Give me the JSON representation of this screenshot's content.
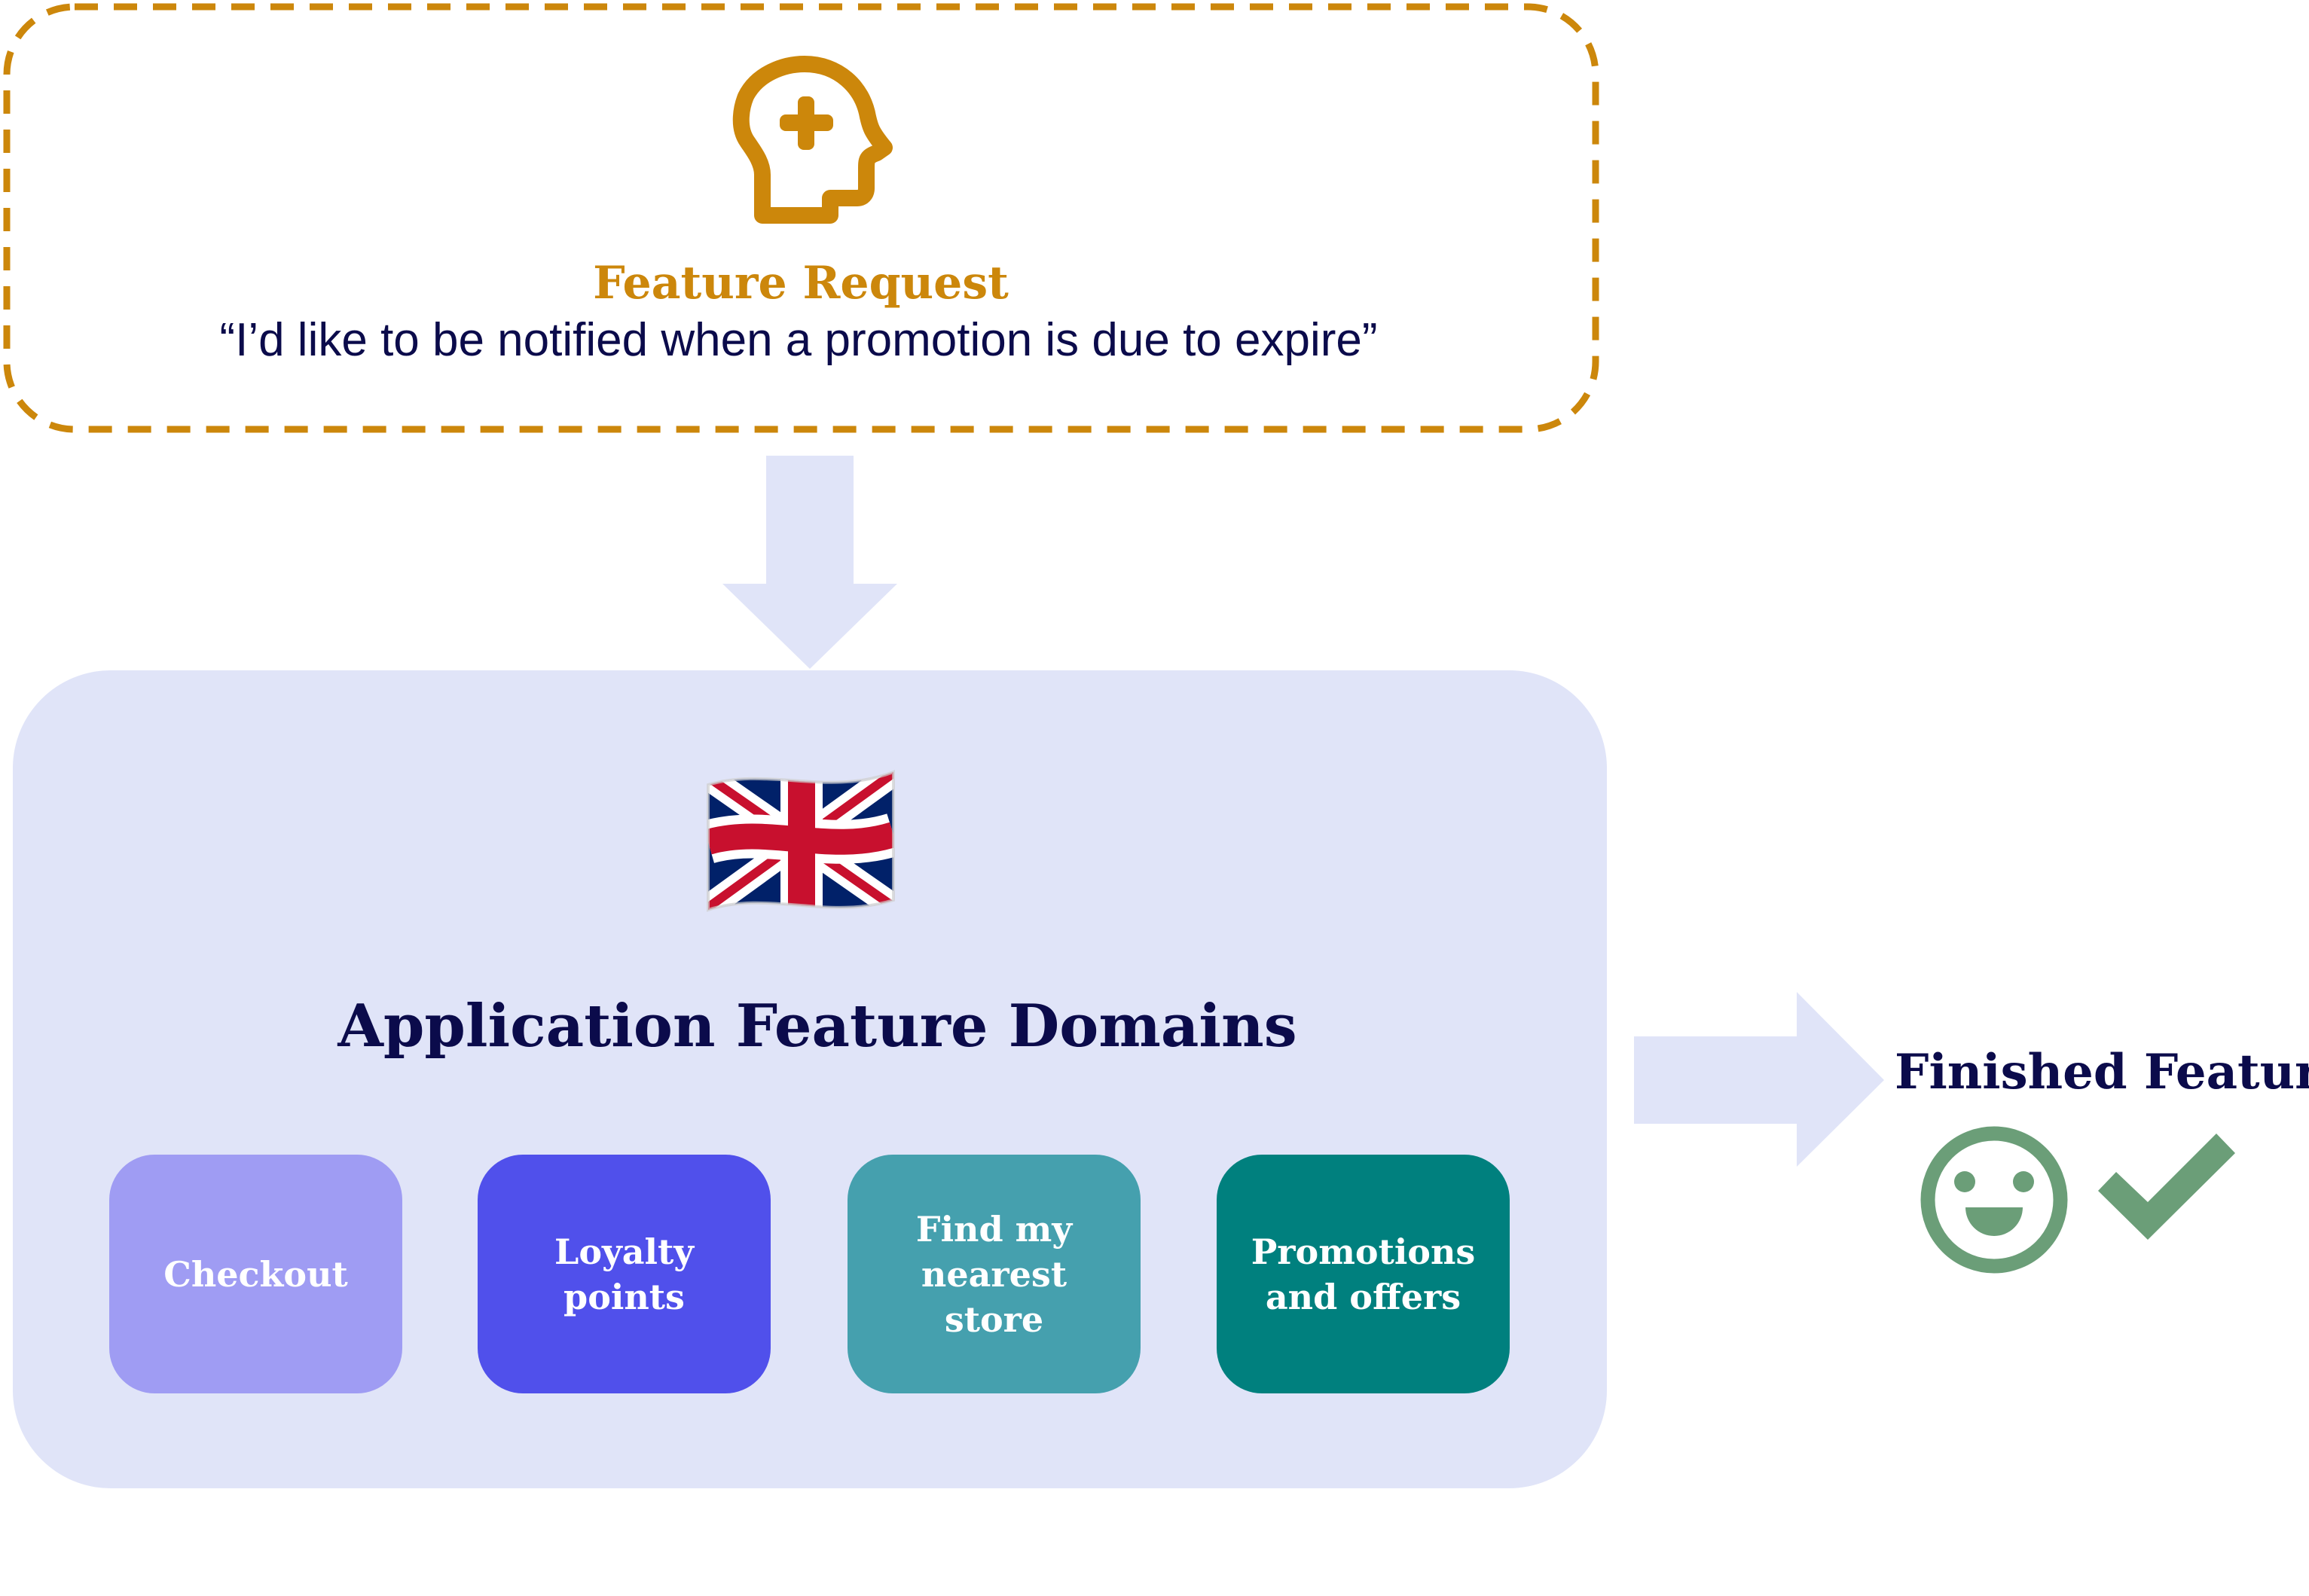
{
  "colors": {
    "accent_gold": "#CC870B",
    "navy_text": "#0B0B4B",
    "lavender_bg": "#E0E4F8",
    "success_green": "#6B9E78",
    "flag_blue": "#012169",
    "flag_red": "#C8102E"
  },
  "feature_request": {
    "icon": "head-plus-icon",
    "title": "Feature Request",
    "quote": "“I’d like to be notified when a promotion is due to expire”"
  },
  "flow": {
    "arrow_down": "arrow-down-icon",
    "arrow_right": "arrow-right-icon"
  },
  "domains_panel": {
    "flag_icon": "uk-flag-icon",
    "title": "Application Feature Domains",
    "domains": [
      {
        "label": "Checkout",
        "color": "#9F9CF3"
      },
      {
        "label": "Loyalty points",
        "color": "#5050EB"
      },
      {
        "label": "Find my nearest store",
        "color": "#45A0AE"
      },
      {
        "label": "Promotions and offers",
        "color": "#00807E"
      }
    ]
  },
  "result": {
    "title": "Finished Feature",
    "icons": [
      "smiley-face-icon",
      "checkmark-icon"
    ]
  }
}
